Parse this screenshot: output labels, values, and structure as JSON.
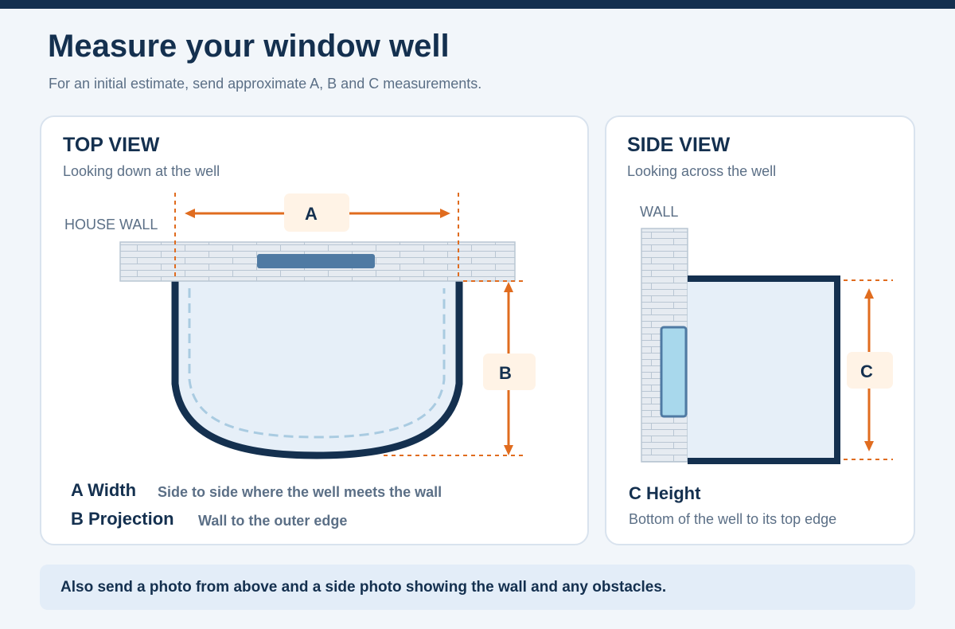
{
  "header": {
    "title": "Measure your window well",
    "subtitle": "For an initial estimate, send approximate A, B and C measurements."
  },
  "top_view": {
    "title": "TOP VIEW",
    "subtitle": "Looking down at the well",
    "house_wall_label": "HOUSE WALL",
    "dimension_a": "A",
    "dimension_b": "B",
    "legend": [
      {
        "term": "A Width",
        "description": "Side to side where the well meets the wall"
      },
      {
        "term": "B Projection",
        "description": "Wall to the outer edge"
      }
    ]
  },
  "side_view": {
    "title": "SIDE VIEW",
    "subtitle": "Looking across the well",
    "wall_label": "WALL",
    "dimension_c": "C",
    "c_term": "C Height",
    "c_description": "Bottom of the well to its top edge"
  },
  "footer": {
    "note": "Also send a photo from above and a side photo showing the wall and any obstacles."
  },
  "colors": {
    "navy": "#14304f",
    "accent_orange": "#e06c1f",
    "well_fill": "#e6eff8",
    "wall_fill": "#e6ebf1",
    "window": "#a8d8ec",
    "window_top": "#4f7aa3",
    "label_bg": "#fff3e6"
  },
  "icons": []
}
